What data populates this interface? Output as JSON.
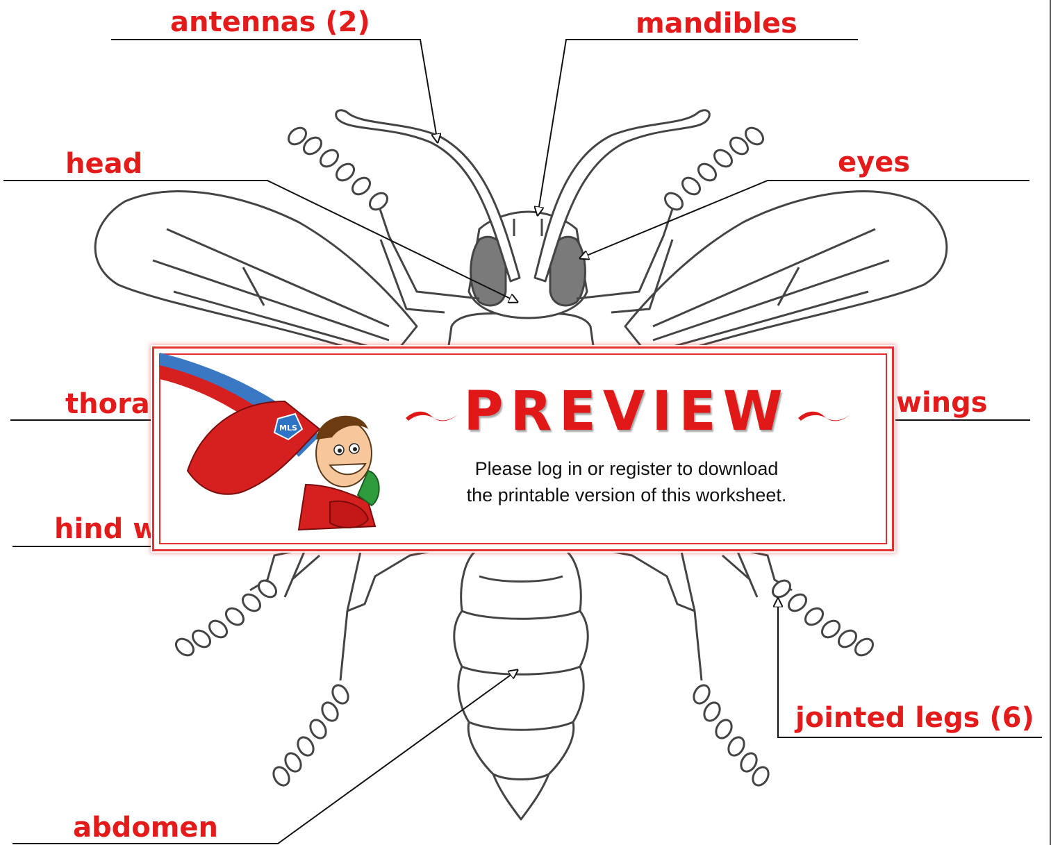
{
  "diagram": {
    "label_color": "#e31b1b",
    "labels": {
      "antennas": "antennas (2)",
      "mandibles": "mandibles",
      "head": "head",
      "eyes": "eyes",
      "thorax": "thora",
      "wings": "wings",
      "hind_wings": "hind w",
      "jointed_legs": "jointed legs (6)",
      "abdomen": "abdomen"
    }
  },
  "preview": {
    "title": "PREVIEW",
    "message_line1": "Please log in or register to download",
    "message_line2": "the printable version of this worksheet.",
    "accent": "#e01818",
    "mascot_badge": "MLS",
    "icons": [
      "superhero-mascot-icon",
      "swirl-ornament-icon"
    ]
  }
}
